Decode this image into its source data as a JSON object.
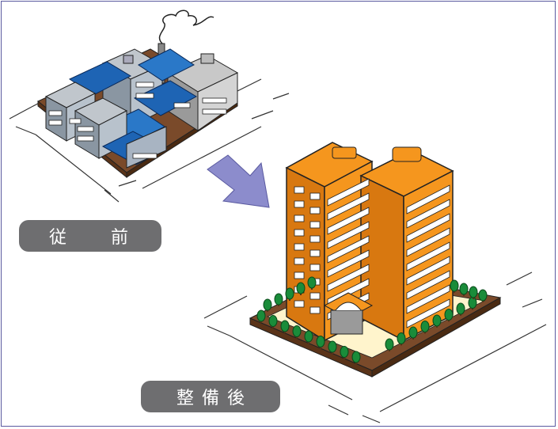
{
  "labels": {
    "before_char1": "従",
    "before_char2": "前",
    "after": "整備後"
  },
  "colors": {
    "frame": "#5a5aa0",
    "label_bg": "#6e6e70",
    "arrow": "#8c8ccc",
    "tower": "#f5961e",
    "factory_roof": "#1e64b4",
    "factory_wall": "#a8b4c2",
    "ground": "#7a4a2a",
    "plaza": "#fff4cc",
    "tree": "#1a8c3a"
  }
}
